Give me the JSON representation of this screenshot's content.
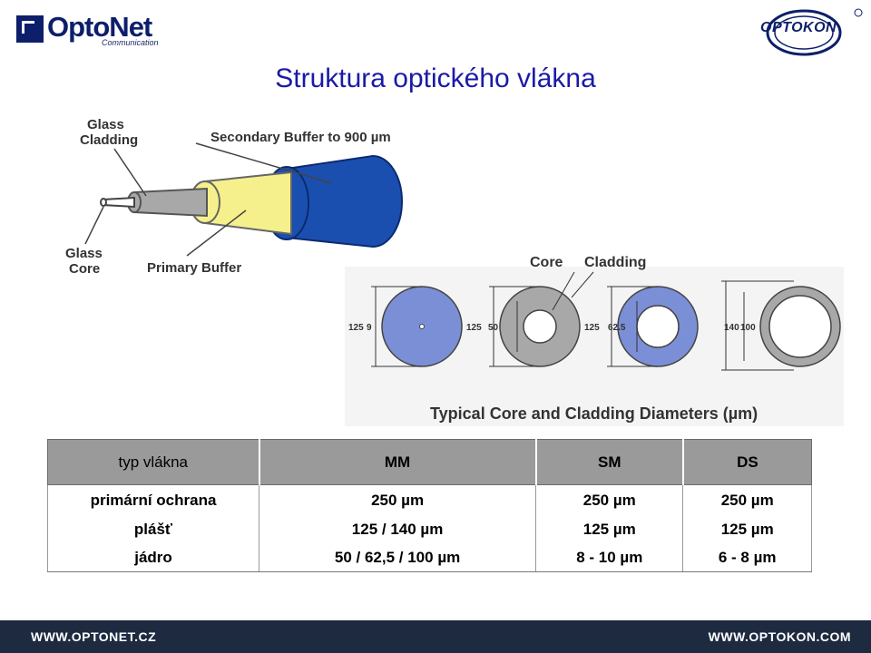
{
  "logos": {
    "optonet_word": "OptoNet",
    "optonet_sub": "Communication",
    "optokon_word": "OPTOKON"
  },
  "title": "Struktura optického vlákna",
  "illustration_top": {
    "glass_cladding": [
      "Glass",
      "Cladding"
    ],
    "secondary_buffer": "Secondary Buffer to 900 µm",
    "glass_core": [
      "Glass",
      "Core"
    ],
    "primary_buffer": "Primary Buffer"
  },
  "illustration_bottom": {
    "core_label": "Core",
    "cladding_label": "Cladding",
    "caption": "Typical Core and Cladding Diameters (µm)",
    "dims": [
      {
        "outer": "125",
        "inner": "9"
      },
      {
        "outer": "125",
        "inner": "50"
      },
      {
        "outer": "125",
        "inner": "62.5"
      },
      {
        "outer": "140",
        "inner": "100"
      }
    ],
    "colors": {
      "blue_fill": "#7b8fd6",
      "gray_fill": "#a8a8a8"
    }
  },
  "table": {
    "headers": [
      "typ vlákna",
      "MM",
      "SM",
      "DS"
    ],
    "rows": [
      [
        "primární ochrana",
        "250 µm",
        "250 µm",
        "250 µm"
      ],
      [
        "plášť",
        "125 / 140 µm",
        "125 µm",
        "125 µm"
      ],
      [
        "jádro",
        "50 / 62,5 / 100 µm",
        "8 - 10 µm",
        "6 - 8 µm"
      ]
    ]
  },
  "footer": {
    "left": "WWW.OPTONET.CZ",
    "right": "WWW.OPTOKON.COM"
  },
  "colors": {
    "title": "#1a1aa8",
    "footer_bg": "#1d2a40",
    "table_header_bg": "#9a9a9a",
    "brand": "#0d1f6a"
  }
}
